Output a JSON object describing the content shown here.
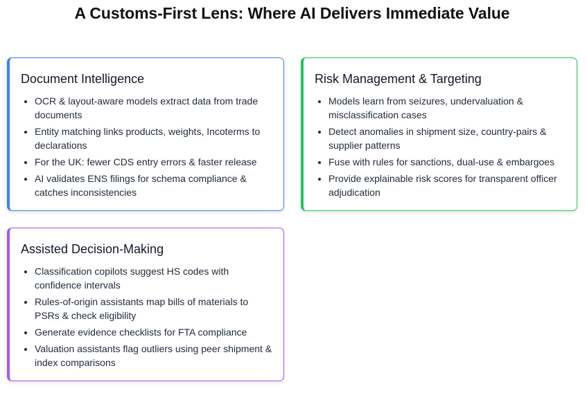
{
  "page": {
    "title": "A Customs-First Lens: Where AI Delivers Immediate Value"
  },
  "cards": [
    {
      "heading": "Document Intelligence",
      "accent": "#3b82f6",
      "items": [
        "OCR & layout-aware models extract data from trade documents",
        "Entity matching links products, weights, Incoterms to declarations",
        "For the UK: fewer CDS entry errors & faster release",
        "AI validates ENS filings for schema compliance & catches inconsistencies"
      ]
    },
    {
      "heading": "Risk Management & Targeting",
      "accent": "#22c55e",
      "items": [
        "Models learn from seizures, undervaluation & misclassification cases",
        "Detect anomalies in shipment size, country-pairs & supplier patterns",
        "Fuse with rules for sanctions, dual-use & embargoes",
        "Provide explainable risk scores for transparent officer adjudication"
      ]
    },
    {
      "heading": "Assisted Decision-Making",
      "accent": "#a855f7",
      "items": [
        "Classification copilots suggest HS codes with confidence intervals",
        "Rules-of-origin assistants map bills of materials to PSRs & check eligibility",
        "Generate evidence checklists for FTA compliance",
        "Valuation assistants flag outliers using peer shipment & index comparisons"
      ]
    }
  ]
}
